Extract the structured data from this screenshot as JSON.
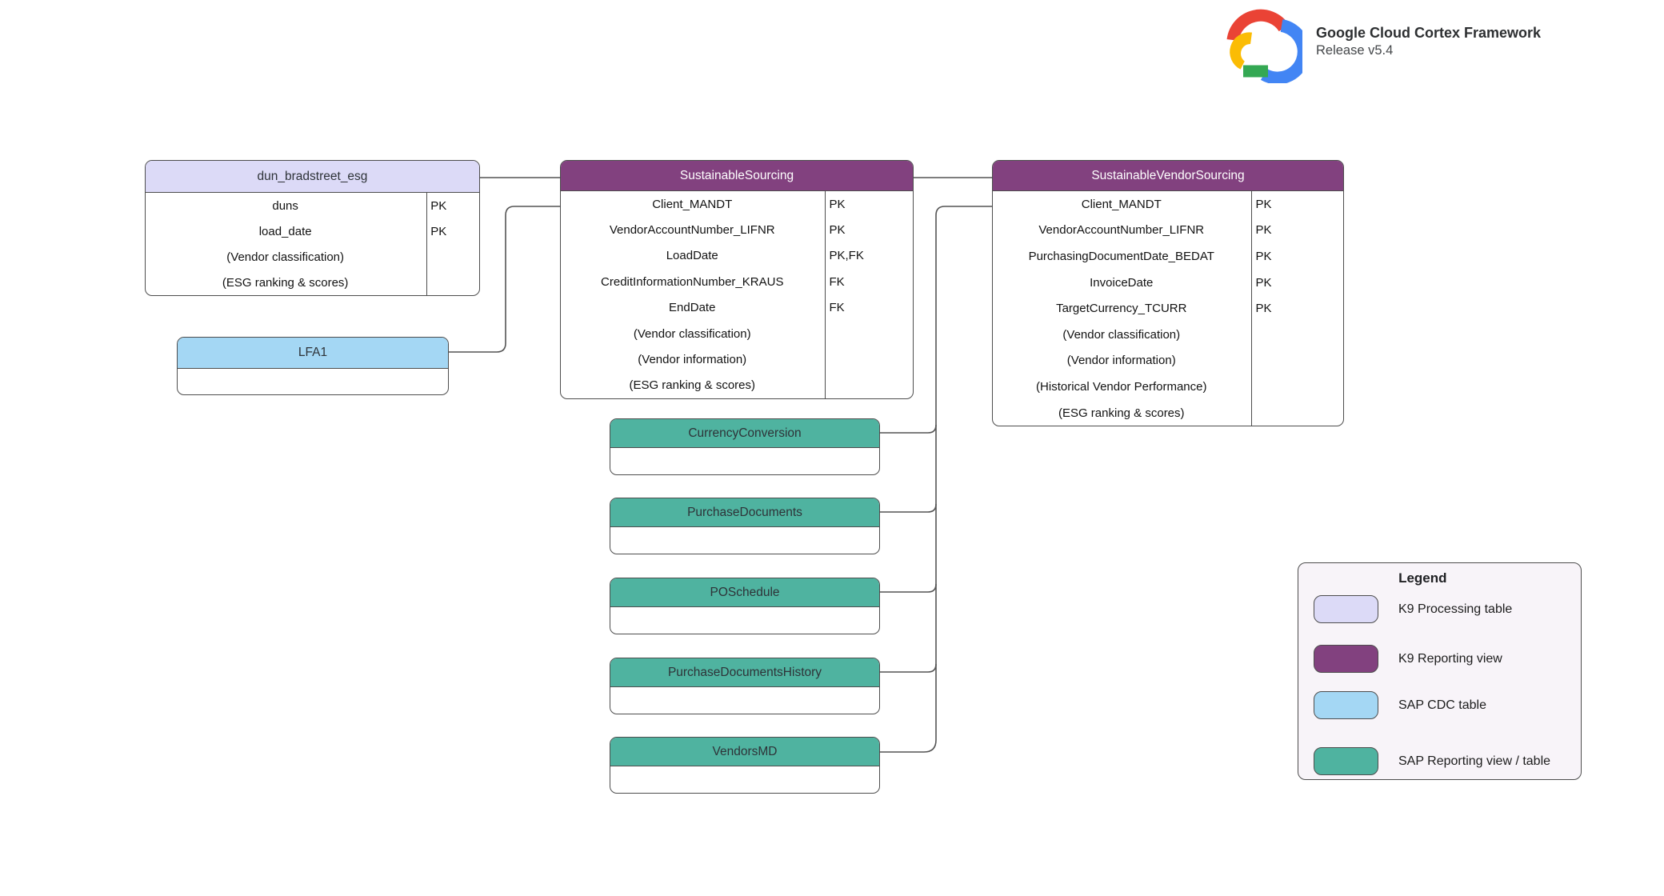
{
  "brand": {
    "title": "Google Cloud Cortex Framework",
    "subtitle": "Release v5.4"
  },
  "colors": {
    "k9_processing": "#dcdaf7",
    "k9_reporting": "#82417f",
    "sap_cdc": "#a4d7f4",
    "sap_reporting": "#4fb3a0",
    "connector": "#545454",
    "border": "#4d4d4d",
    "header_text_dark": "#2e3338",
    "header_text_light": "#ffffff",
    "legend_bg": "#f8f4f9",
    "logo_red": "#ea4335",
    "logo_yellow": "#fbbc04",
    "logo_green": "#34a853",
    "logo_blue": "#4285f4"
  },
  "diagram": {
    "tables": [
      {
        "title": "dun_bradstreet_esg",
        "type": "k9_processing",
        "rows": [
          {
            "name": "duns",
            "key": "PK"
          },
          {
            "name": "load_date",
            "key": "PK"
          },
          {
            "name": "(Vendor classification)",
            "key": ""
          },
          {
            "name": "(ESG ranking & scores)",
            "key": ""
          }
        ]
      },
      {
        "title": "SustainableSourcing",
        "type": "k9_reporting",
        "rows": [
          {
            "name": "Client_MANDT",
            "key": "PK"
          },
          {
            "name": "VendorAccountNumber_LIFNR",
            "key": "PK"
          },
          {
            "name": "LoadDate",
            "key": "PK,FK"
          },
          {
            "name": "CreditInformationNumber_KRAUS",
            "key": "FK"
          },
          {
            "name": "EndDate",
            "key": "FK"
          },
          {
            "name": "(Vendor classification)",
            "key": ""
          },
          {
            "name": "(Vendor information)",
            "key": ""
          },
          {
            "name": "(ESG ranking & scores)",
            "key": ""
          }
        ]
      },
      {
        "title": "SustainableVendorSourcing",
        "type": "k9_reporting",
        "rows": [
          {
            "name": "Client_MANDT",
            "key": "PK"
          },
          {
            "name": "VendorAccountNumber_LIFNR",
            "key": "PK"
          },
          {
            "name": "PurchasingDocumentDate_BEDAT",
            "key": "PK"
          },
          {
            "name": "InvoiceDate",
            "key": "PK"
          },
          {
            "name": "TargetCurrency_TCURR",
            "key": "PK"
          },
          {
            "name": "(Vendor classification)",
            "key": ""
          },
          {
            "name": "(Vendor information)",
            "key": ""
          },
          {
            "name": "(Historical Vendor Performance)",
            "key": ""
          },
          {
            "name": "(ESG ranking & scores)",
            "key": ""
          }
        ]
      },
      {
        "title": "LFA1",
        "type": "sap_cdc",
        "rows": []
      },
      {
        "title": "CurrencyConversion",
        "type": "sap_reporting",
        "rows": []
      },
      {
        "title": "PurchaseDocuments",
        "type": "sap_reporting",
        "rows": []
      },
      {
        "title": "POSchedule",
        "type": "sap_reporting",
        "rows": []
      },
      {
        "title": "PurchaseDocumentsHistory",
        "type": "sap_reporting",
        "rows": []
      },
      {
        "title": "VendorsMD",
        "type": "sap_reporting",
        "rows": []
      }
    ]
  },
  "legend": {
    "title": "Legend",
    "items": [
      {
        "label": "K9 Processing table",
        "type": "k9_processing"
      },
      {
        "label": "K9 Reporting view",
        "type": "k9_reporting"
      },
      {
        "label": "SAP CDC table",
        "type": "sap_cdc"
      },
      {
        "label": "SAP Reporting view / table",
        "type": "sap_reporting"
      }
    ]
  }
}
